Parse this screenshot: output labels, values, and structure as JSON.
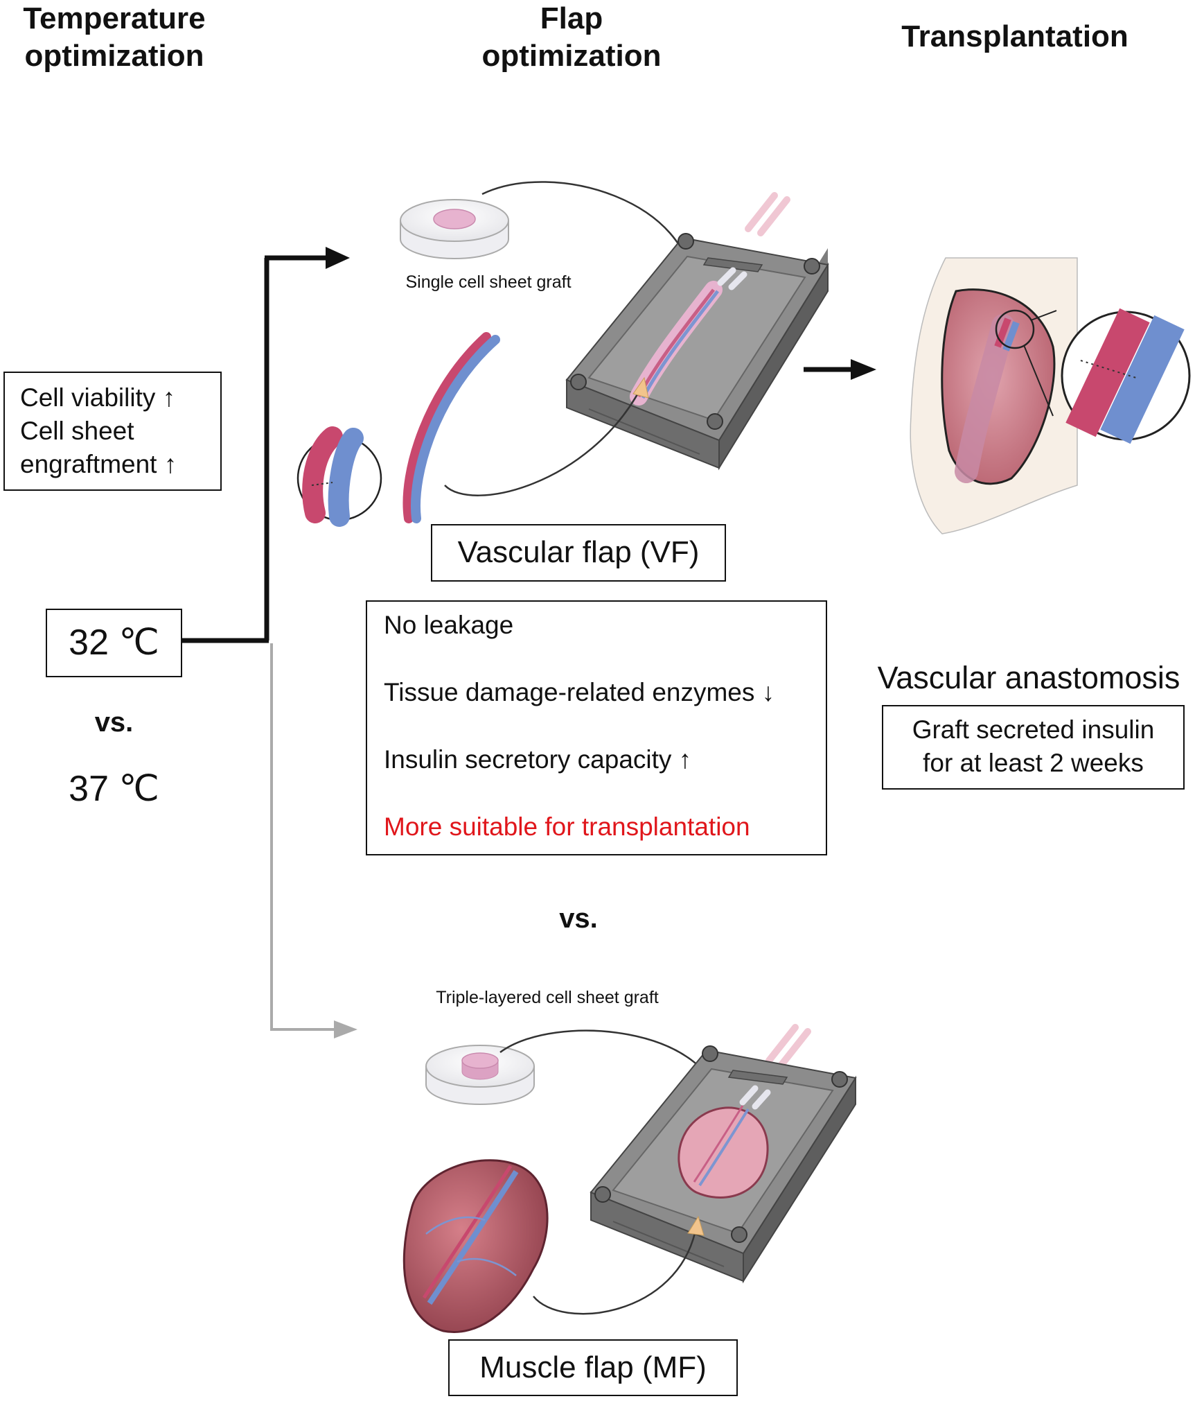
{
  "headers": {
    "temperature": "Temperature optimization",
    "flap": "Flap optimization",
    "transplantation": "Transplantation"
  },
  "temperature": {
    "effects": [
      "Cell viability ↑",
      "Cell sheet",
      "engraftment ↑"
    ],
    "temp_a": "32 ℃",
    "vs": "vs.",
    "temp_b": "37 ℃"
  },
  "vf": {
    "graft_label": "Single cell sheet graft",
    "label": "Vascular flap (VF)",
    "findings": [
      "No leakage",
      "Tissue damage-related enzymes ↓",
      "Insulin secretory capacity ↑",
      "More suitable for transplantation"
    ],
    "highlight_color": "#e0161b"
  },
  "comparison": {
    "vs": "vs."
  },
  "mf": {
    "graft_label": "Triple-layered cell sheet graft",
    "label": "Muscle flap (MF)"
  },
  "transplant": {
    "method": "Vascular anastomosis",
    "result_lines": [
      "Graft secreted insulin",
      "for at least 2 weeks"
    ]
  },
  "colors": {
    "artery": "#c8486e",
    "vein": "#6f8fcf",
    "tissue": "#c9707a",
    "device": "#8a8a8a",
    "grey_branch": "#aaaaaa"
  }
}
